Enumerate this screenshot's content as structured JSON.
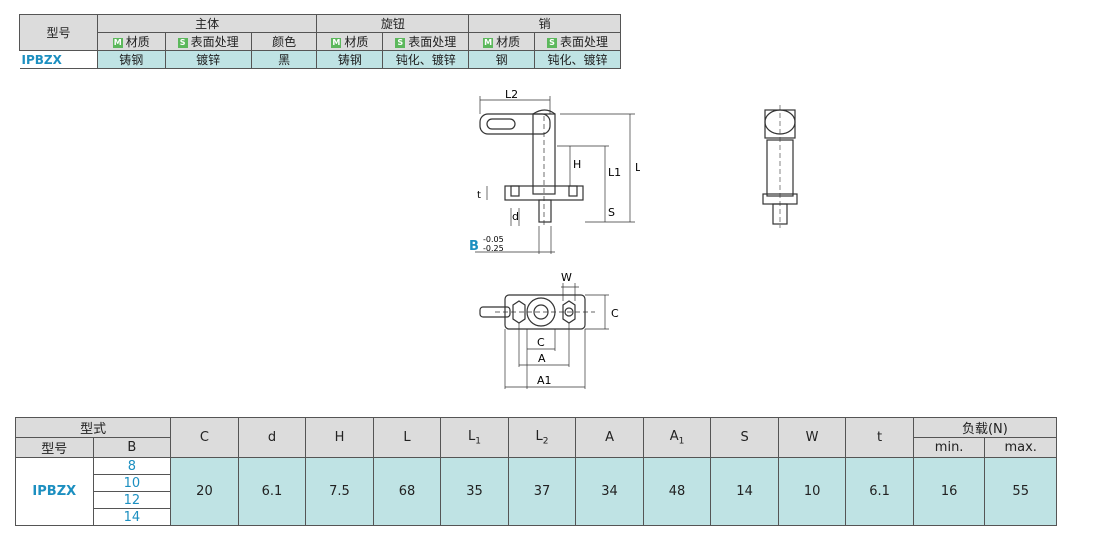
{
  "materials": {
    "header": {
      "model": "型号",
      "body_group": "主体",
      "knob_group": "旋钮",
      "pin_group": "销",
      "badge_m": "M",
      "badge_s": "S",
      "material": "材质",
      "surface": "表面处理",
      "color": "颜色"
    },
    "row": {
      "model": "IPBZX",
      "body_material": "铸钢",
      "body_surface": "镀锌",
      "body_color": "黑",
      "knob_material": "铸钢",
      "knob_surface": "钝化、镀锌",
      "pin_material": "钢",
      "pin_surface": "钝化、镀锌"
    }
  },
  "drawing": {
    "labels": {
      "L2": "L2",
      "H": "H",
      "L1": "L1",
      "L": "L",
      "t": "t",
      "d": "d",
      "S": "S",
      "B": "B",
      "B_tol_upper": "-0.05",
      "B_tol_lower": "-0.25",
      "W": "W",
      "C_side": "C",
      "C_bottom": "C",
      "A": "A",
      "A1": "A1"
    }
  },
  "spec_table": {
    "header": {
      "type": "型式",
      "model": "型号",
      "B": "B",
      "C": "C",
      "d": "d",
      "H": "H",
      "L": "L",
      "L1": "L",
      "L1_sub": "1",
      "L2": "L",
      "L2_sub": "2",
      "A": "A",
      "A1": "A",
      "A1_sub": "1",
      "S": "S",
      "W": "W",
      "t": "t",
      "load": "负载(N)",
      "min": "min.",
      "max": "max."
    },
    "row": {
      "model": "IPBZX",
      "B_values": [
        "8",
        "10",
        "12",
        "14"
      ],
      "C": "20",
      "d": "6.1",
      "H": "7.5",
      "L": "68",
      "L1": "35",
      "L2": "37",
      "A": "34",
      "A1": "48",
      "S": "14",
      "W": "10",
      "t": "6.1",
      "min": "16",
      "max": "55"
    }
  }
}
